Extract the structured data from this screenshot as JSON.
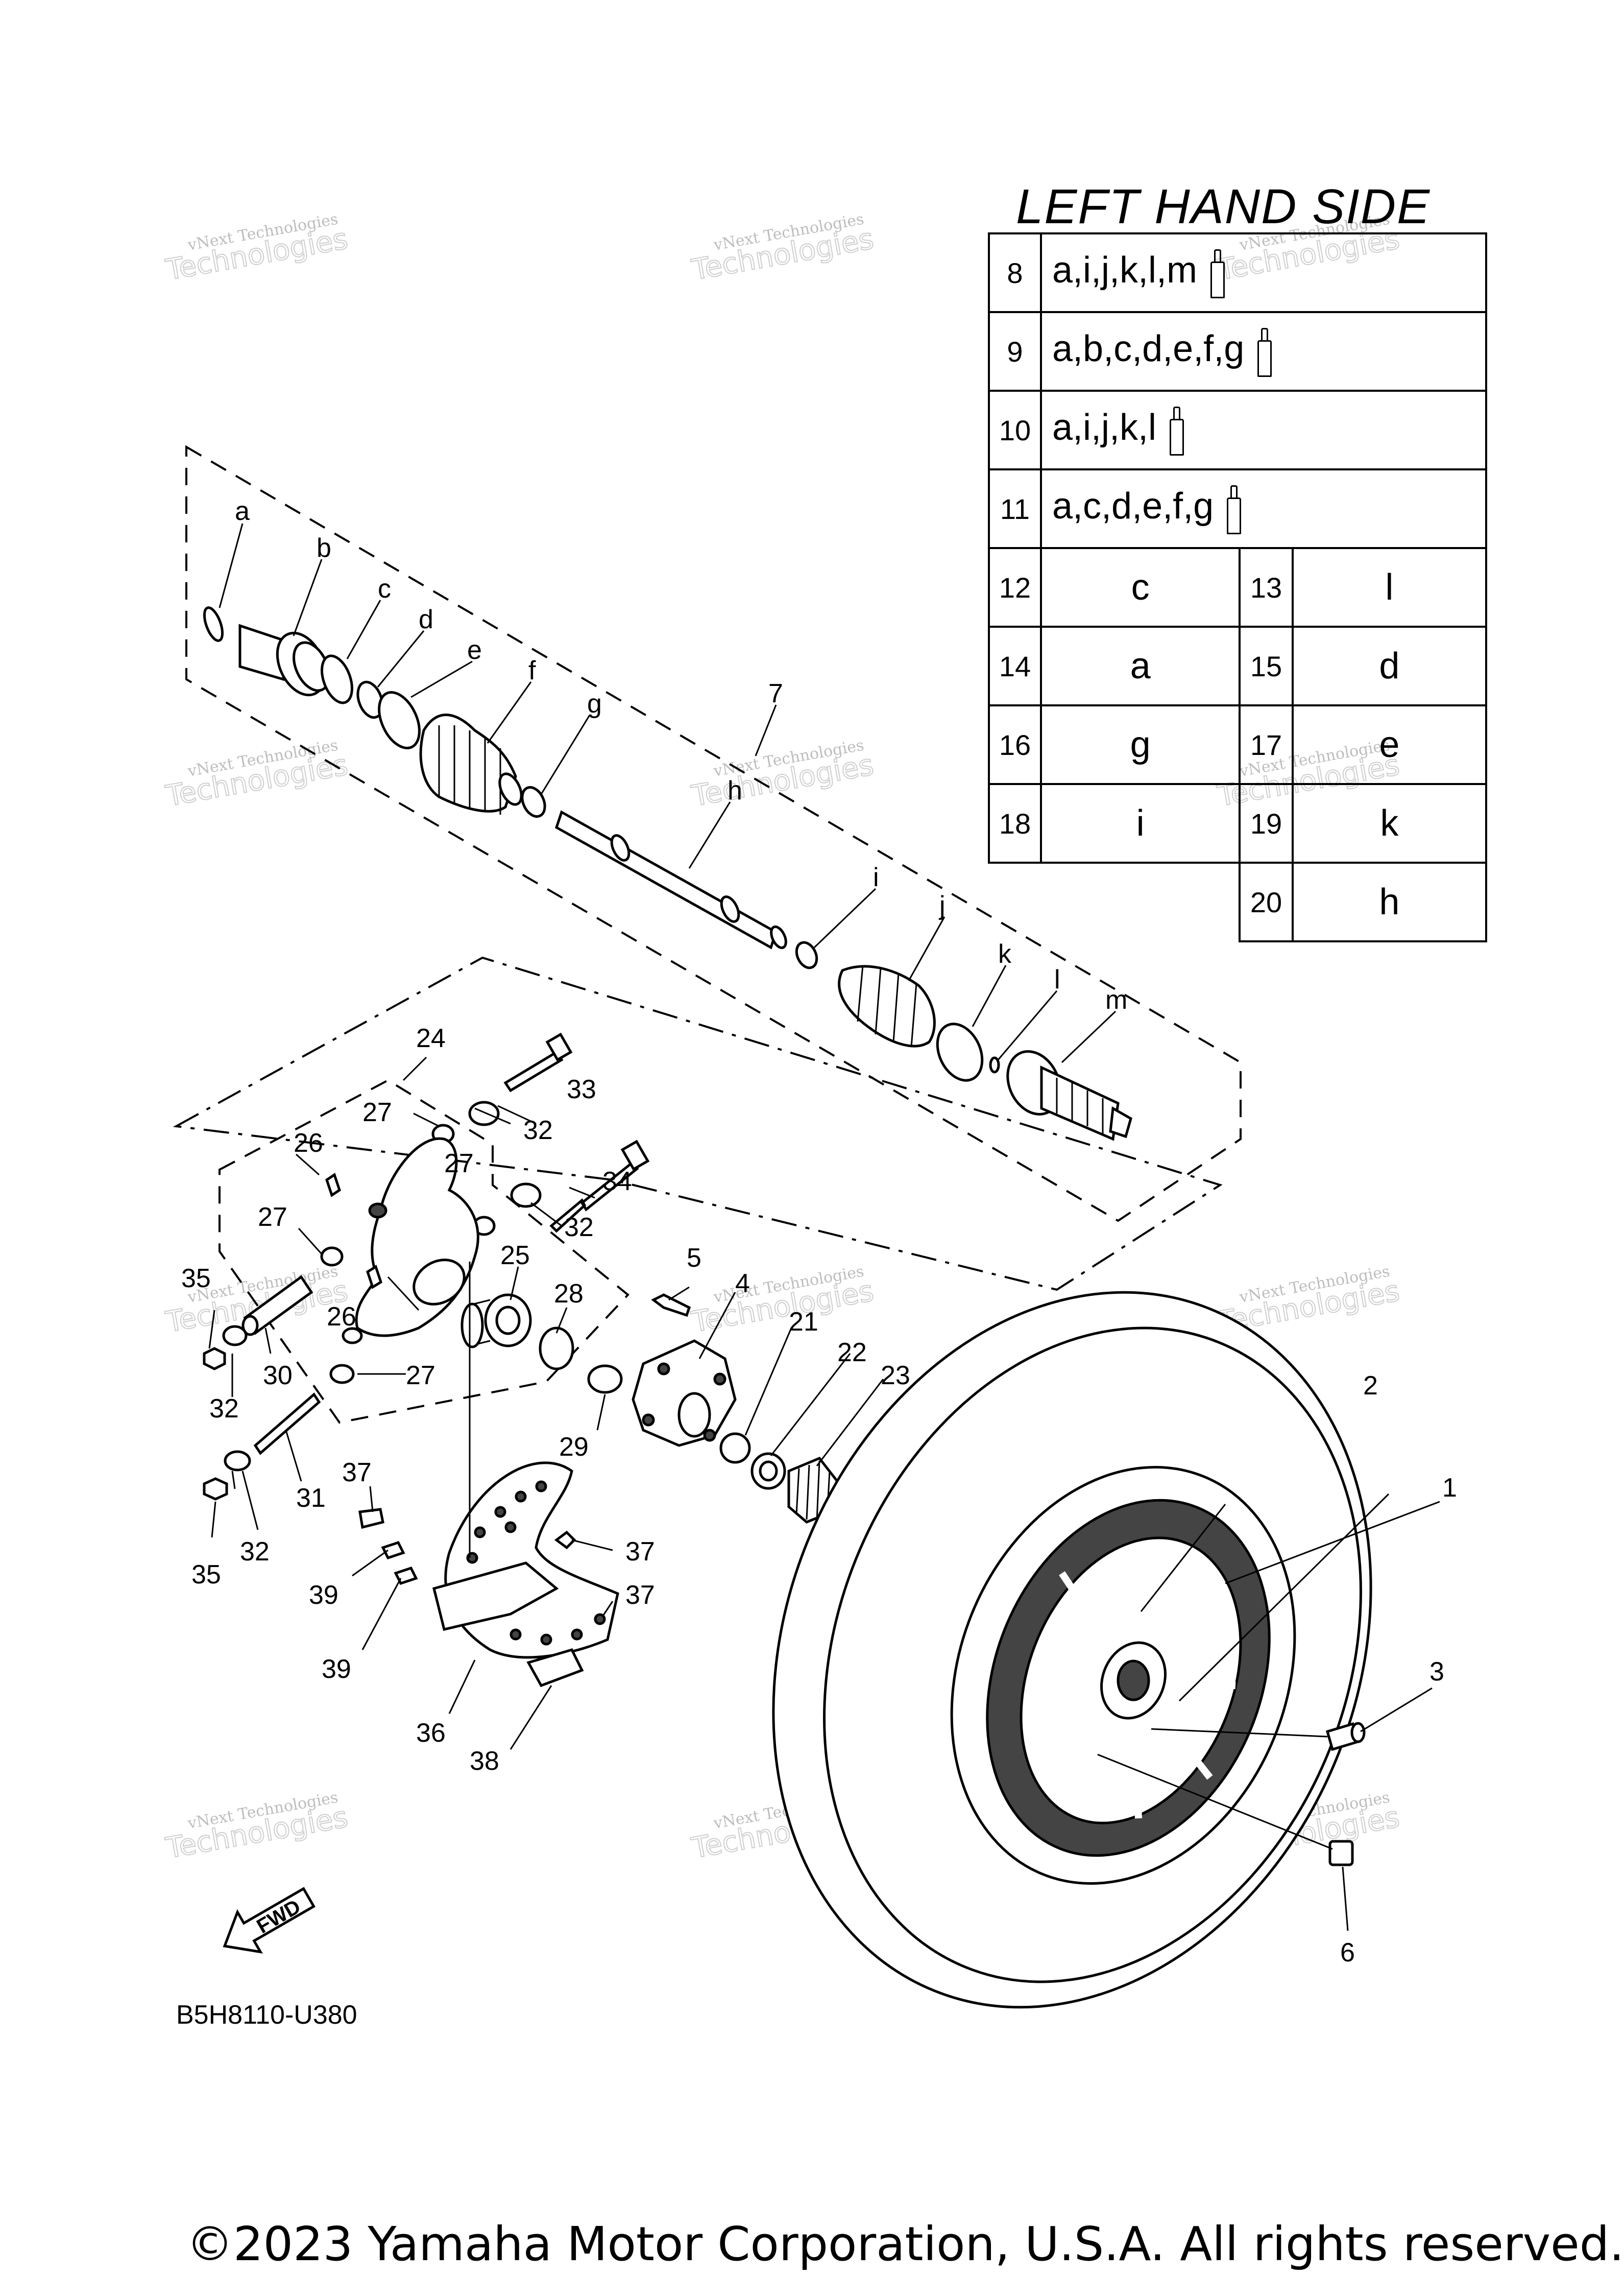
{
  "table": {
    "title": "LEFT HAND SIDE",
    "single_rows": [
      {
        "num": "8",
        "parts": "a,i,j,k,l,m",
        "icon": "grease-tube-icon"
      },
      {
        "num": "9",
        "parts": "a,b,c,d,e,f,g",
        "icon": "grease-tube-icon"
      },
      {
        "num": "10",
        "parts": "a,i,j,k,l",
        "icon": "grease-tube-icon"
      },
      {
        "num": "11",
        "parts": "a,c,d,e,f,g",
        "icon": "grease-tube-icon"
      }
    ],
    "pair_rows": [
      {
        "num1": "12",
        "val1": "c",
        "num2": "13",
        "val2": "l"
      },
      {
        "num1": "14",
        "val1": "a",
        "num2": "15",
        "val2": "d"
      },
      {
        "num1": "16",
        "val1": "g",
        "num2": "17",
        "val2": "e"
      },
      {
        "num1": "18",
        "val1": "i",
        "num2": "19",
        "val2": "k"
      }
    ],
    "last_row": {
      "num": "20",
      "val": "h"
    }
  },
  "callouts": {
    "a": "a",
    "b": "b",
    "c": "c",
    "d": "d",
    "e": "e",
    "f": "f",
    "g": "g",
    "h": "h",
    "i": "i",
    "j": "j",
    "k": "k",
    "l": "l",
    "m": "m",
    "n1": "1",
    "n2": "2",
    "n3": "3",
    "n4": "4",
    "n5": "5",
    "n6": "6",
    "n7": "7",
    "n21": "21",
    "n22": "22",
    "n23": "23",
    "n24": "24",
    "n25": "25",
    "n26a": "26",
    "n26b": "26",
    "n27a": "27",
    "n27b": "27",
    "n27c": "27",
    "n27d": "27",
    "n28": "28",
    "n29": "29",
    "n30": "30",
    "n31": "31",
    "n32a": "32",
    "n32b": "32",
    "n32c": "32",
    "n32d": "32",
    "n33": "33",
    "n34": "34",
    "n35a": "35",
    "n35b": "35",
    "n36": "36",
    "n37a": "37",
    "n37b": "37",
    "n37c": "37",
    "n38": "38",
    "n39a": "39",
    "n39b": "39"
  },
  "fwd_label": "FWD",
  "watermark": {
    "line1": "vNext Technologies",
    "line2": "Technologies"
  },
  "diagram_code": "B5H8110-U380",
  "copyright": "©2023 Yamaha Motor Corporation, U.S.A. All rights reserved."
}
